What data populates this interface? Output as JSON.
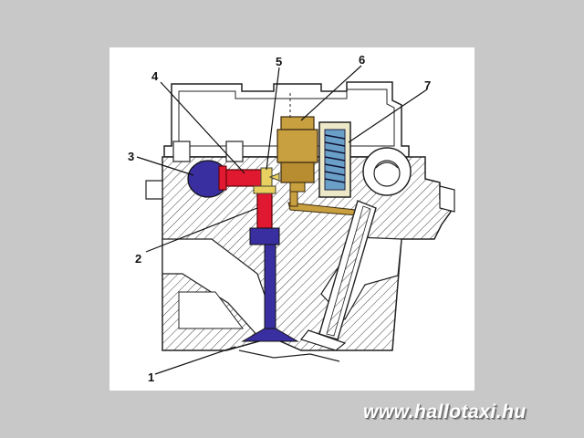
{
  "watermark": "www.hallotaxi.hu",
  "callouts": [
    "1",
    "2",
    "3",
    "4",
    "5",
    "6",
    "7"
  ],
  "colors": {
    "background": "#c8c8c8",
    "panel": "#ffffff",
    "outline": "#222222",
    "camshaft": "#3a2fa0",
    "valve": "#3a2fa0",
    "rocker": "#e01830",
    "actuator": "#c8a040",
    "spring": "#6aa0c8",
    "spring_body": "#ece8c8"
  }
}
